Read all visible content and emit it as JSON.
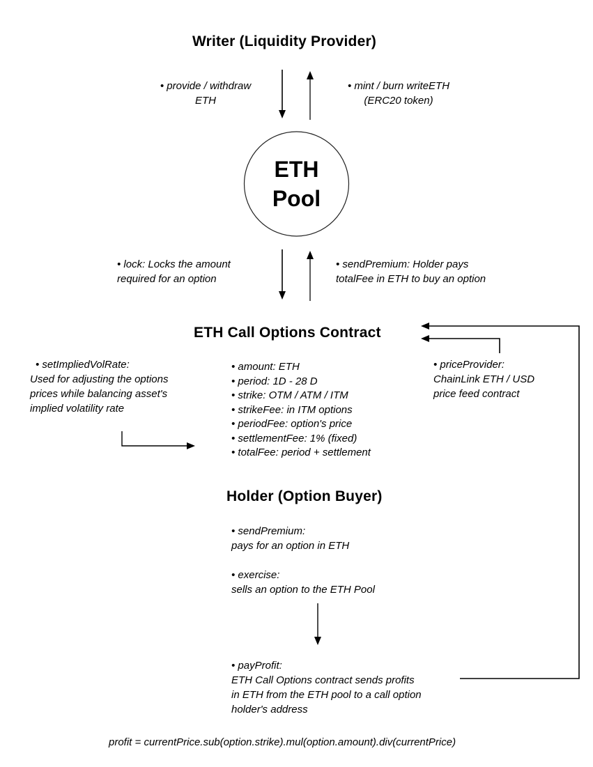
{
  "writer": {
    "title": "Writer (Liquidity Provider)",
    "provide_label": "• provide / withdraw\nETH",
    "mint_label": "• mint / burn writeETH\n(ERC20 token)"
  },
  "pool": {
    "label": "ETH\nPool",
    "lock_label": "• lock: Locks the amount\nrequired for an option",
    "send_premium_label": "• sendPremium: Holder pays\ntotalFee in ETH to buy an option"
  },
  "contract": {
    "title": "ETH Call Options Contract",
    "set_implied_vol_rate": "• setImpliedVolRate:\nUsed for adjusting the options\nprices while balancing asset's\nimplied volatility rate",
    "parameters": [
      "• amount: ETH",
      "• period: 1D - 28 D",
      "• strike: OTM / ATM / ITM",
      "• strikeFee: in ITM options",
      "• periodFee: option's price",
      "• settlementFee: 1% (fixed)",
      "• totalFee: period + settlement"
    ],
    "price_provider": "• priceProvider:\nChainLink ETH / USD\nprice feed contract"
  },
  "holder": {
    "title": "Holder (Option Buyer)",
    "send_premium": "• sendPremium:\npays for an option in ETH",
    "exercise": "• exercise:\nsells an option to the ETH Pool",
    "pay_profit": "• payProfit:\nETH Call Options contract sends profits\nin ETH from the ETH pool to a call option\nholder's address"
  },
  "formula": "profit = currentPrice.sub(option.strike).mul(option.amount).div(currentPrice)",
  "colors": {
    "ink": "#000000",
    "background": "#ffffff"
  }
}
